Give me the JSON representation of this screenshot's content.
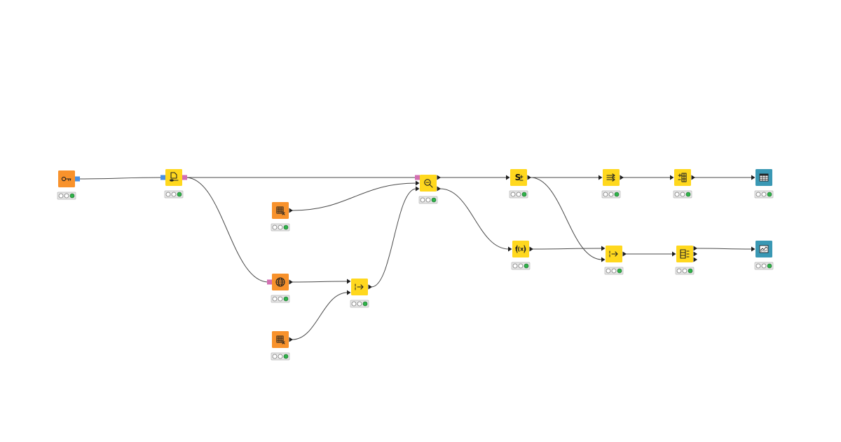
{
  "colors": {
    "source": "#f8922c",
    "manipulator": "#ffd81e",
    "visualizer": "#3a98b4",
    "connection_port": "#4a90e2",
    "db_port": "#d26fb3",
    "wire": "#4a4a4a",
    "status_green": "#2fb34a"
  },
  "nodes": [
    {
      "id": "credentials",
      "category": "source",
      "icon": "key-icon",
      "in_ports": [],
      "out_ports": [
        "connection"
      ],
      "status": "executed"
    },
    {
      "id": "db-connector",
      "category": "manipulator",
      "icon": "db-connector-icon",
      "in_ports": [
        "connection"
      ],
      "out_ports": [
        "db"
      ],
      "status": "executed"
    },
    {
      "id": "table-creator-1",
      "category": "source",
      "icon": "table-creator-icon",
      "in_ports": [],
      "out_ports": [
        "data"
      ],
      "status": "executed"
    },
    {
      "id": "db-query",
      "category": "source",
      "icon": "globe-icon",
      "in_ports": [
        "db"
      ],
      "out_ports": [
        "data"
      ],
      "status": "executed"
    },
    {
      "id": "table-creator-2",
      "category": "source",
      "icon": "table-creator-icon",
      "in_ports": [],
      "out_ports": [
        "data"
      ],
      "status": "executed"
    },
    {
      "id": "joiner-1",
      "category": "manipulator",
      "icon": "joiner-icon",
      "in_ports": [
        "data",
        "data"
      ],
      "out_ports": [
        "data"
      ],
      "status": "executed"
    },
    {
      "id": "db-lookup",
      "category": "manipulator",
      "icon": "magnifier-icon",
      "in_ports": [
        "db",
        "data",
        "data"
      ],
      "out_ports": [
        "data",
        "data"
      ],
      "status": "executed"
    },
    {
      "id": "string-manipulation",
      "category": "manipulator",
      "icon": "string-manipulation-icon",
      "in_ports": [
        "data"
      ],
      "out_ports": [
        "data"
      ],
      "status": "executed"
    },
    {
      "id": "math-formula",
      "category": "manipulator",
      "icon": "math-formula-icon",
      "in_ports": [
        "data"
      ],
      "out_ports": [
        "data"
      ],
      "status": "executed"
    },
    {
      "id": "column-filter",
      "category": "manipulator",
      "icon": "column-filter-icon",
      "in_ports": [
        "data"
      ],
      "out_ports": [
        "data"
      ],
      "status": "executed"
    },
    {
      "id": "joiner-2",
      "category": "manipulator",
      "icon": "joiner-icon",
      "in_ports": [
        "data",
        "data"
      ],
      "out_ports": [
        "data"
      ],
      "status": "executed"
    },
    {
      "id": "pivot",
      "category": "manipulator",
      "icon": "pivot-icon",
      "in_ports": [
        "data"
      ],
      "out_ports": [
        "data"
      ],
      "status": "executed"
    },
    {
      "id": "splitter",
      "category": "manipulator",
      "icon": "splitter-icon",
      "in_ports": [
        "data"
      ],
      "out_ports": [
        "data",
        "data",
        "data"
      ],
      "status": "executed"
    },
    {
      "id": "table-view",
      "category": "visualizer",
      "icon": "table-view-icon",
      "in_ports": [
        "data"
      ],
      "out_ports": [],
      "status": "executed"
    },
    {
      "id": "line-plot",
      "category": "visualizer",
      "icon": "line-plot-icon",
      "in_ports": [
        "data"
      ],
      "out_ports": [],
      "status": "executed"
    }
  ],
  "connections": [
    {
      "from": "credentials",
      "from_port": 0,
      "to": "db-connector",
      "to_port": 0
    },
    {
      "from": "db-connector",
      "from_port": 0,
      "to": "db-lookup",
      "to_port": 0
    },
    {
      "from": "db-connector",
      "from_port": 0,
      "to": "db-query",
      "to_port": 0
    },
    {
      "from": "table-creator-1",
      "from_port": 0,
      "to": "db-lookup",
      "to_port": 1
    },
    {
      "from": "db-query",
      "from_port": 0,
      "to": "joiner-1",
      "to_port": 0
    },
    {
      "from": "table-creator-2",
      "from_port": 0,
      "to": "joiner-1",
      "to_port": 1
    },
    {
      "from": "joiner-1",
      "from_port": 0,
      "to": "db-lookup",
      "to_port": 2
    },
    {
      "from": "db-lookup",
      "from_port": 0,
      "to": "string-manipulation",
      "to_port": 0
    },
    {
      "from": "db-lookup",
      "from_port": 1,
      "to": "math-formula",
      "to_port": 0
    },
    {
      "from": "string-manipulation",
      "from_port": 0,
      "to": "column-filter",
      "to_port": 0
    },
    {
      "from": "string-manipulation",
      "from_port": 0,
      "to": "joiner-2",
      "to_port": 1
    },
    {
      "from": "math-formula",
      "from_port": 0,
      "to": "joiner-2",
      "to_port": 0
    },
    {
      "from": "column-filter",
      "from_port": 0,
      "to": "pivot",
      "to_port": 0
    },
    {
      "from": "pivot",
      "from_port": 0,
      "to": "table-view",
      "to_port": 0
    },
    {
      "from": "joiner-2",
      "from_port": 0,
      "to": "splitter",
      "to_port": 0
    },
    {
      "from": "splitter",
      "from_port": 0,
      "to": "line-plot",
      "to_port": 0
    }
  ]
}
